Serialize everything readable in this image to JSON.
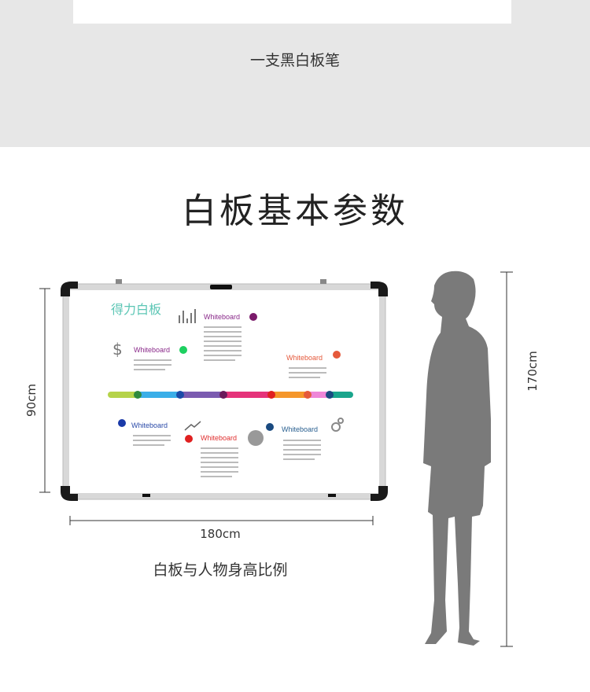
{
  "top_caption": "一支黑白板笔",
  "section_title": "白板基本参数",
  "board": {
    "brand": "得力白板",
    "labels": [
      "Whiteboard",
      "Whiteboard",
      "Whiteboard",
      "Whiteboard",
      "Whiteboard",
      "Whiteboard"
    ],
    "colors": {
      "frame": "#d8d8d8",
      "corner": "#1a1a1a",
      "brand": "#5cc6b5"
    }
  },
  "dimensions": {
    "height": "90cm",
    "width": "180cm",
    "person_height": "170cm"
  },
  "comparison_caption": "白板与人物身高比例",
  "colors": {
    "band": "#e7e7e7",
    "person": "#7a7a7a"
  }
}
